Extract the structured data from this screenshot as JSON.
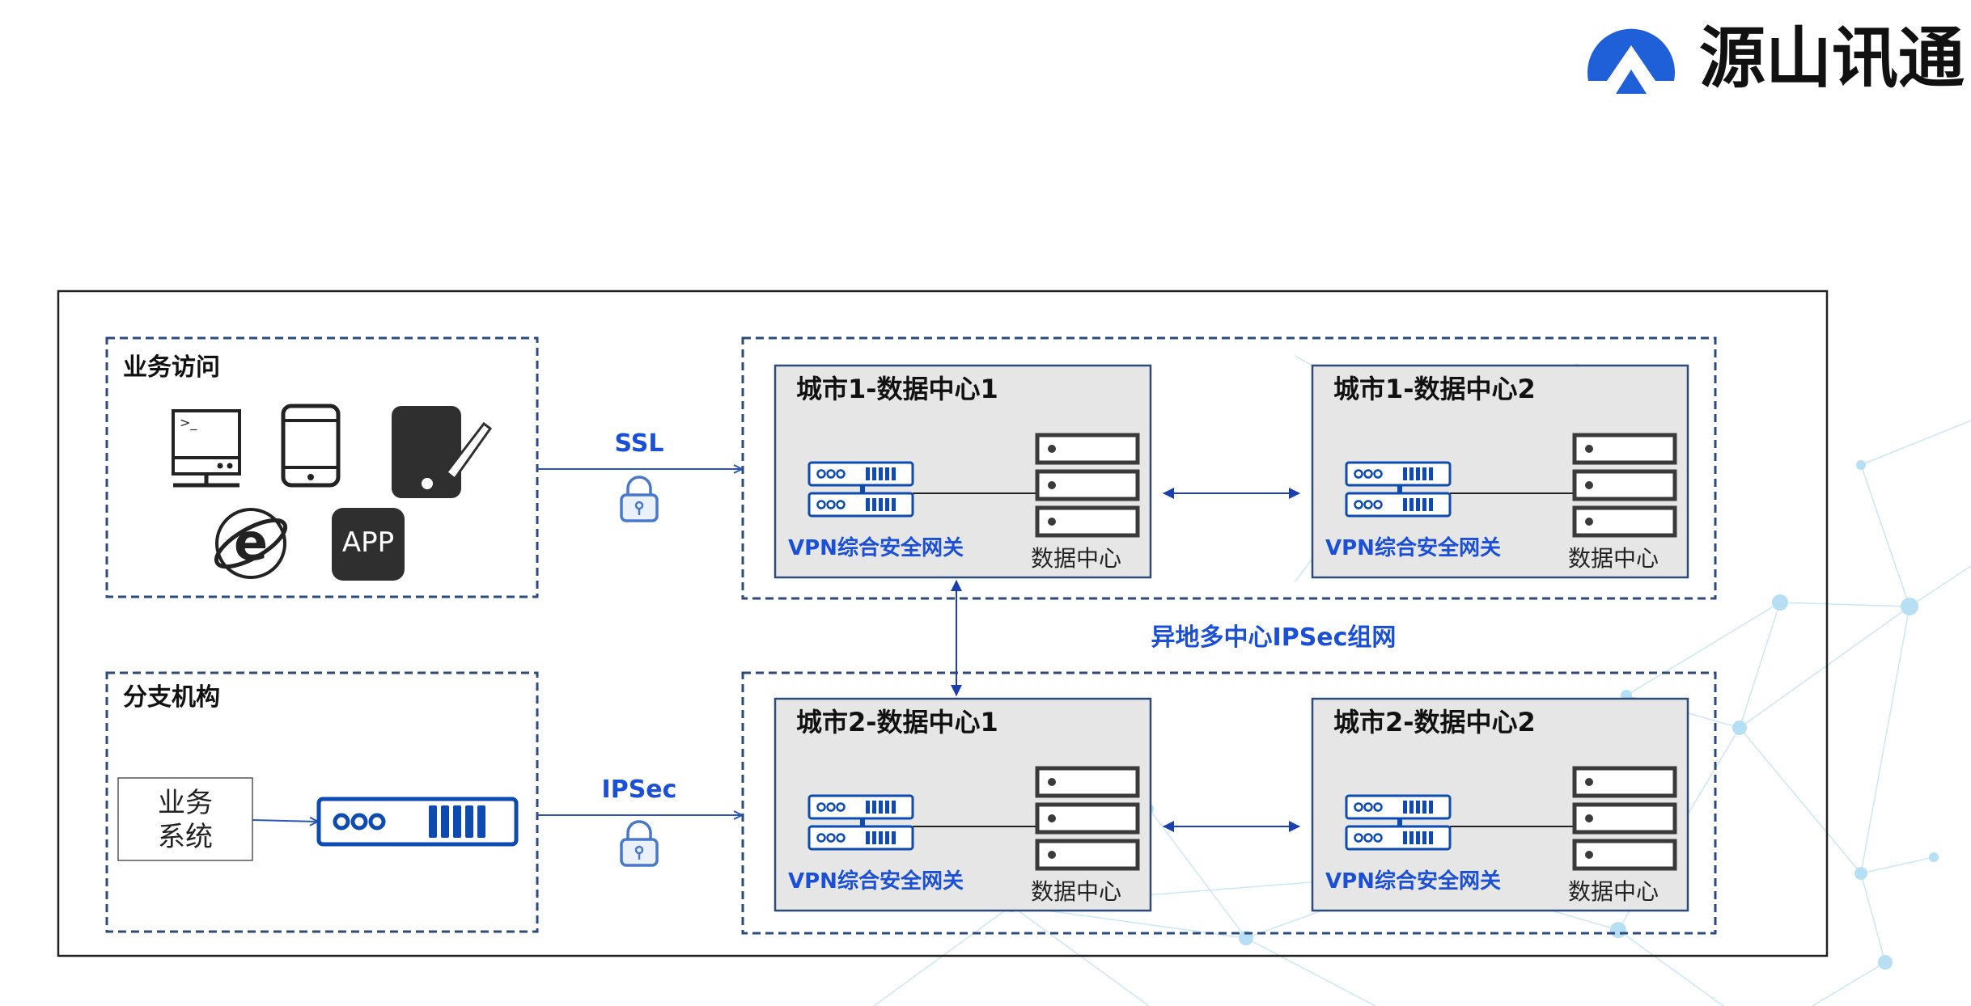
{
  "logo": {
    "brand_name": "源山讯通",
    "mark_color": "#1f5fd8"
  },
  "colors": {
    "accent_blue": "#1a4fd6",
    "box_border": "#2c4a7c",
    "box_fill": "#e6e6e6",
    "device_blue": "#0e4bb0",
    "server_dark": "#3a3a3a",
    "network_bg": "#9fd4ee"
  },
  "groups": {
    "business_access": {
      "title": "业务访问",
      "devices": {
        "app_label": "APP"
      }
    },
    "branch": {
      "title": "分支机构",
      "business_system": {
        "line1": "业务",
        "line2": "系统"
      }
    }
  },
  "links": {
    "ssl": "SSL",
    "ipsec": "IPSec",
    "multi_center": "异地多中心IPSec组网"
  },
  "datacenters": [
    {
      "title": "城市1-数据中心1",
      "gateway_label": "VPN综合安全网关",
      "dc_label": "数据中心"
    },
    {
      "title": "城市1-数据中心2",
      "gateway_label": "VPN综合安全网关",
      "dc_label": "数据中心"
    },
    {
      "title": "城市2-数据中心1",
      "gateway_label": "VPN综合安全网关",
      "dc_label": "数据中心"
    },
    {
      "title": "城市2-数据中心2",
      "gateway_label": "VPN综合安全网关",
      "dc_label": "数据中心"
    }
  ]
}
